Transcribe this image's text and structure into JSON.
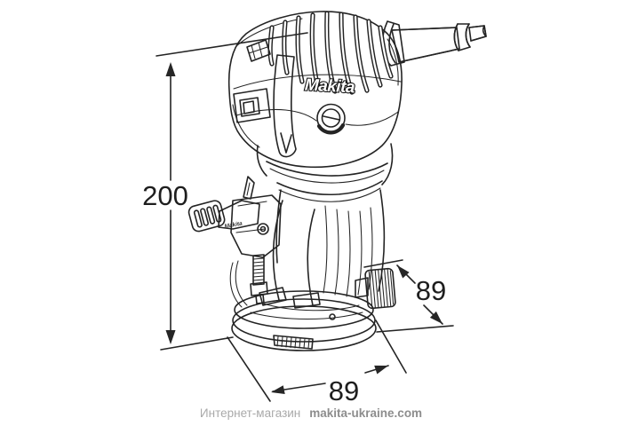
{
  "product": {
    "brand": "Makita"
  },
  "dimensions": {
    "height": {
      "value": "200"
    },
    "depth": {
      "value": "89"
    },
    "width": {
      "value": "89"
    }
  },
  "footer": {
    "store_label": "Интернет-магазин",
    "site": "makita-ukraine.com"
  },
  "colors": {
    "background": "#ffffff",
    "line": "#242424",
    "dimension_text": "#1e1e1e",
    "footer_label": "#a9a9a9",
    "footer_site": "#8d8d8d"
  }
}
